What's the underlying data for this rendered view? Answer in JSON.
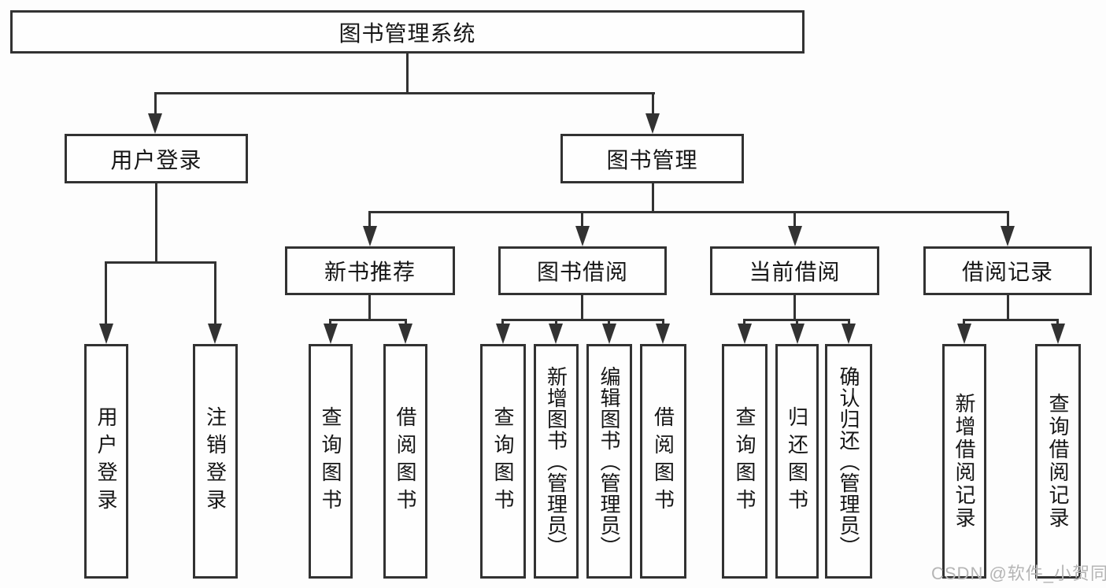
{
  "diagram": {
    "root_label": "图书管理系统",
    "level2": {
      "user_login": "用户登录",
      "book_management": "图书管理"
    },
    "level3": {
      "new_book_recommend": "新书推荐",
      "book_borrow": "图书借阅",
      "current_borrow": "当前借阅",
      "borrow_records": "借阅记录"
    },
    "leaves": {
      "user_login": "用户登录",
      "logout": "注销登录",
      "nb_query_book": "查询图书",
      "nb_borrow_book": "借阅图书",
      "bb_query_book": "查询图书",
      "bb_add_book": "新增图书（管理员）",
      "bb_edit_book": "编辑图书（管理员）",
      "bb_borrow_book": "借阅图书",
      "cb_query_book": "查询图书",
      "cb_return_book": "归还图书",
      "cb_confirm_return": "确认归还（管理员）",
      "br_add_record": "新增借阅记录",
      "br_query_record": "查询借阅记录"
    },
    "watermark": "CSDN @软件_小贺同学",
    "colors": {
      "line": "#323232",
      "text": "#161616",
      "box_background": "#fefefe",
      "watermark": "#b5b5b5",
      "background": "#fdfdfd"
    }
  }
}
